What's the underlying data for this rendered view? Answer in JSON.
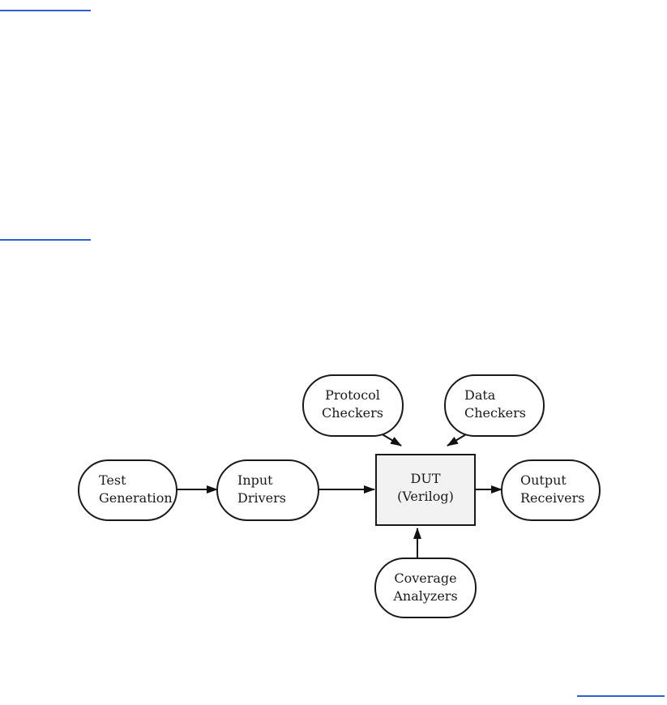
{
  "diagram": {
    "nodes": {
      "test_generation": {
        "line1": "Test",
        "line2": "Generation"
      },
      "input_drivers": {
        "line1": "Input",
        "line2": "Drivers"
      },
      "dut": {
        "line1": "DUT",
        "line2": "(Verilog)"
      },
      "output_receivers": {
        "line1": "Output",
        "line2": "Receivers"
      },
      "protocol_checkers": {
        "line1": "Protocol",
        "line2": "Checkers"
      },
      "data_checkers": {
        "line1": "Data",
        "line2": "Checkers"
      },
      "coverage_analyzers": {
        "line1": "Coverage",
        "line2": "Analyzers"
      }
    },
    "edges": [
      {
        "from": "Test Generation",
        "to": "Input Drivers"
      },
      {
        "from": "Input Drivers",
        "to": "DUT (Verilog)"
      },
      {
        "from": "DUT (Verilog)",
        "to": "Output Receivers"
      },
      {
        "from": "Protocol Checkers",
        "to": "DUT (Verilog)"
      },
      {
        "from": "Data Checkers",
        "to": "DUT (Verilog)"
      },
      {
        "from": "Coverage Analyzers",
        "to": "DUT (Verilog)"
      }
    ],
    "colors": {
      "link_rule": "#2f5fd0",
      "dut_fill": "#f2f2f2",
      "stroke": "#1a1a1a"
    }
  }
}
